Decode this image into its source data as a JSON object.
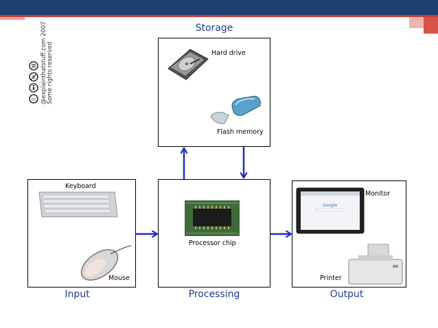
{
  "diagram": {
    "nodes": {
      "storage": {
        "title": "Storage",
        "items": [
          "Hard drive",
          "Flash memory"
        ]
      },
      "input": {
        "title": "Input",
        "items": [
          "Keyboard",
          "Mouse"
        ]
      },
      "processing": {
        "title": "Processing",
        "items": [
          "Processor chip"
        ]
      },
      "output": {
        "title": "Output",
        "items": [
          "Monitor",
          "Printer"
        ]
      }
    },
    "edges": [
      {
        "from": "input",
        "to": "processing"
      },
      {
        "from": "processing",
        "to": "storage"
      },
      {
        "from": "storage",
        "to": "processing"
      },
      {
        "from": "processing",
        "to": "output"
      }
    ]
  },
  "credit": {
    "line1": "@explainthatstuff.com 2007",
    "line2": "Some rights reserved",
    "cc_icons": [
      "cc-icon",
      "by-icon",
      "nc-icon",
      "nd-icon"
    ]
  },
  "colors": {
    "header": "#1f3f6e",
    "accent": "#c9413a",
    "arrow": "#1e2fbf",
    "label": "#1f3a8f"
  }
}
